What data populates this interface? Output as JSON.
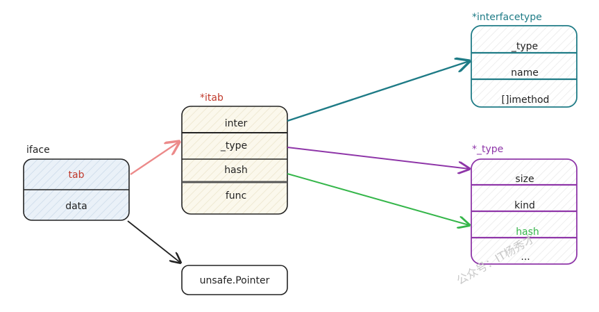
{
  "iface": {
    "title": "iface",
    "fields": [
      "tab",
      "data"
    ]
  },
  "itab": {
    "title": "*itab",
    "fields": [
      "inter",
      "_type",
      "hash",
      "func"
    ]
  },
  "interfacetype": {
    "title": "*interfacetype",
    "fields": [
      "_type",
      "name",
      "[]imethod"
    ]
  },
  "type": {
    "title": "*_type",
    "fields": [
      "size",
      "kind",
      "hash",
      "..."
    ]
  },
  "pointer": {
    "label": "unsafe.Pointer"
  },
  "watermark": "公众号：IT杨秀才",
  "colors": {
    "ink": "#222222",
    "red_title": "#c0392b",
    "red_arrow": "#ec8a8a",
    "teal": "#1e7b86",
    "purple": "#8e35a8",
    "green": "#35b64a",
    "iface_fill": "#eaf1f8",
    "itab_fill": "#fbf8ec",
    "watermark": "#c8c8c8"
  }
}
